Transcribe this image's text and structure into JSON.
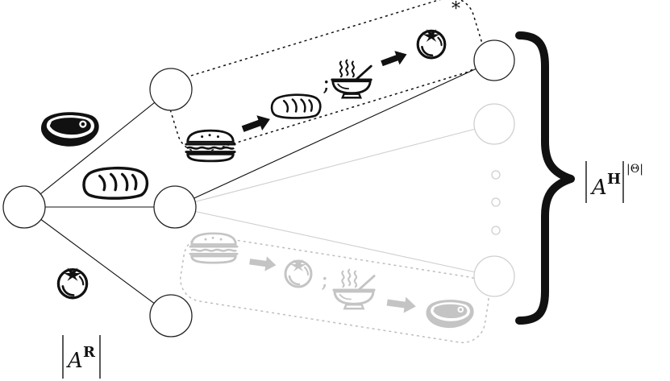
{
  "labels": {
    "root_set_base": "A",
    "root_set_sup": "R",
    "hyper_set_base": "A",
    "hyper_set_sup": "H",
    "hyper_set_exp": "|Θ|",
    "star": "*",
    "separator_top": ";",
    "separator_bottom": ";"
  },
  "icons": {
    "edge_top": "steak-icon",
    "edge_middle": "bread-icon",
    "edge_bottom": "tomato-icon",
    "top_sequence": [
      "sandwich-icon",
      "arrow-icon",
      "bread-icon",
      "soup-bowl-icon",
      "arrow-icon",
      "tomato-icon"
    ],
    "bottom_sequence": [
      "sandwich-icon",
      "arrow-icon",
      "tomato-icon",
      "soup-bowl-icon",
      "arrow-icon",
      "steak-icon"
    ]
  },
  "colors": {
    "ink": "#111111",
    "faded": "#cfcfcf"
  }
}
